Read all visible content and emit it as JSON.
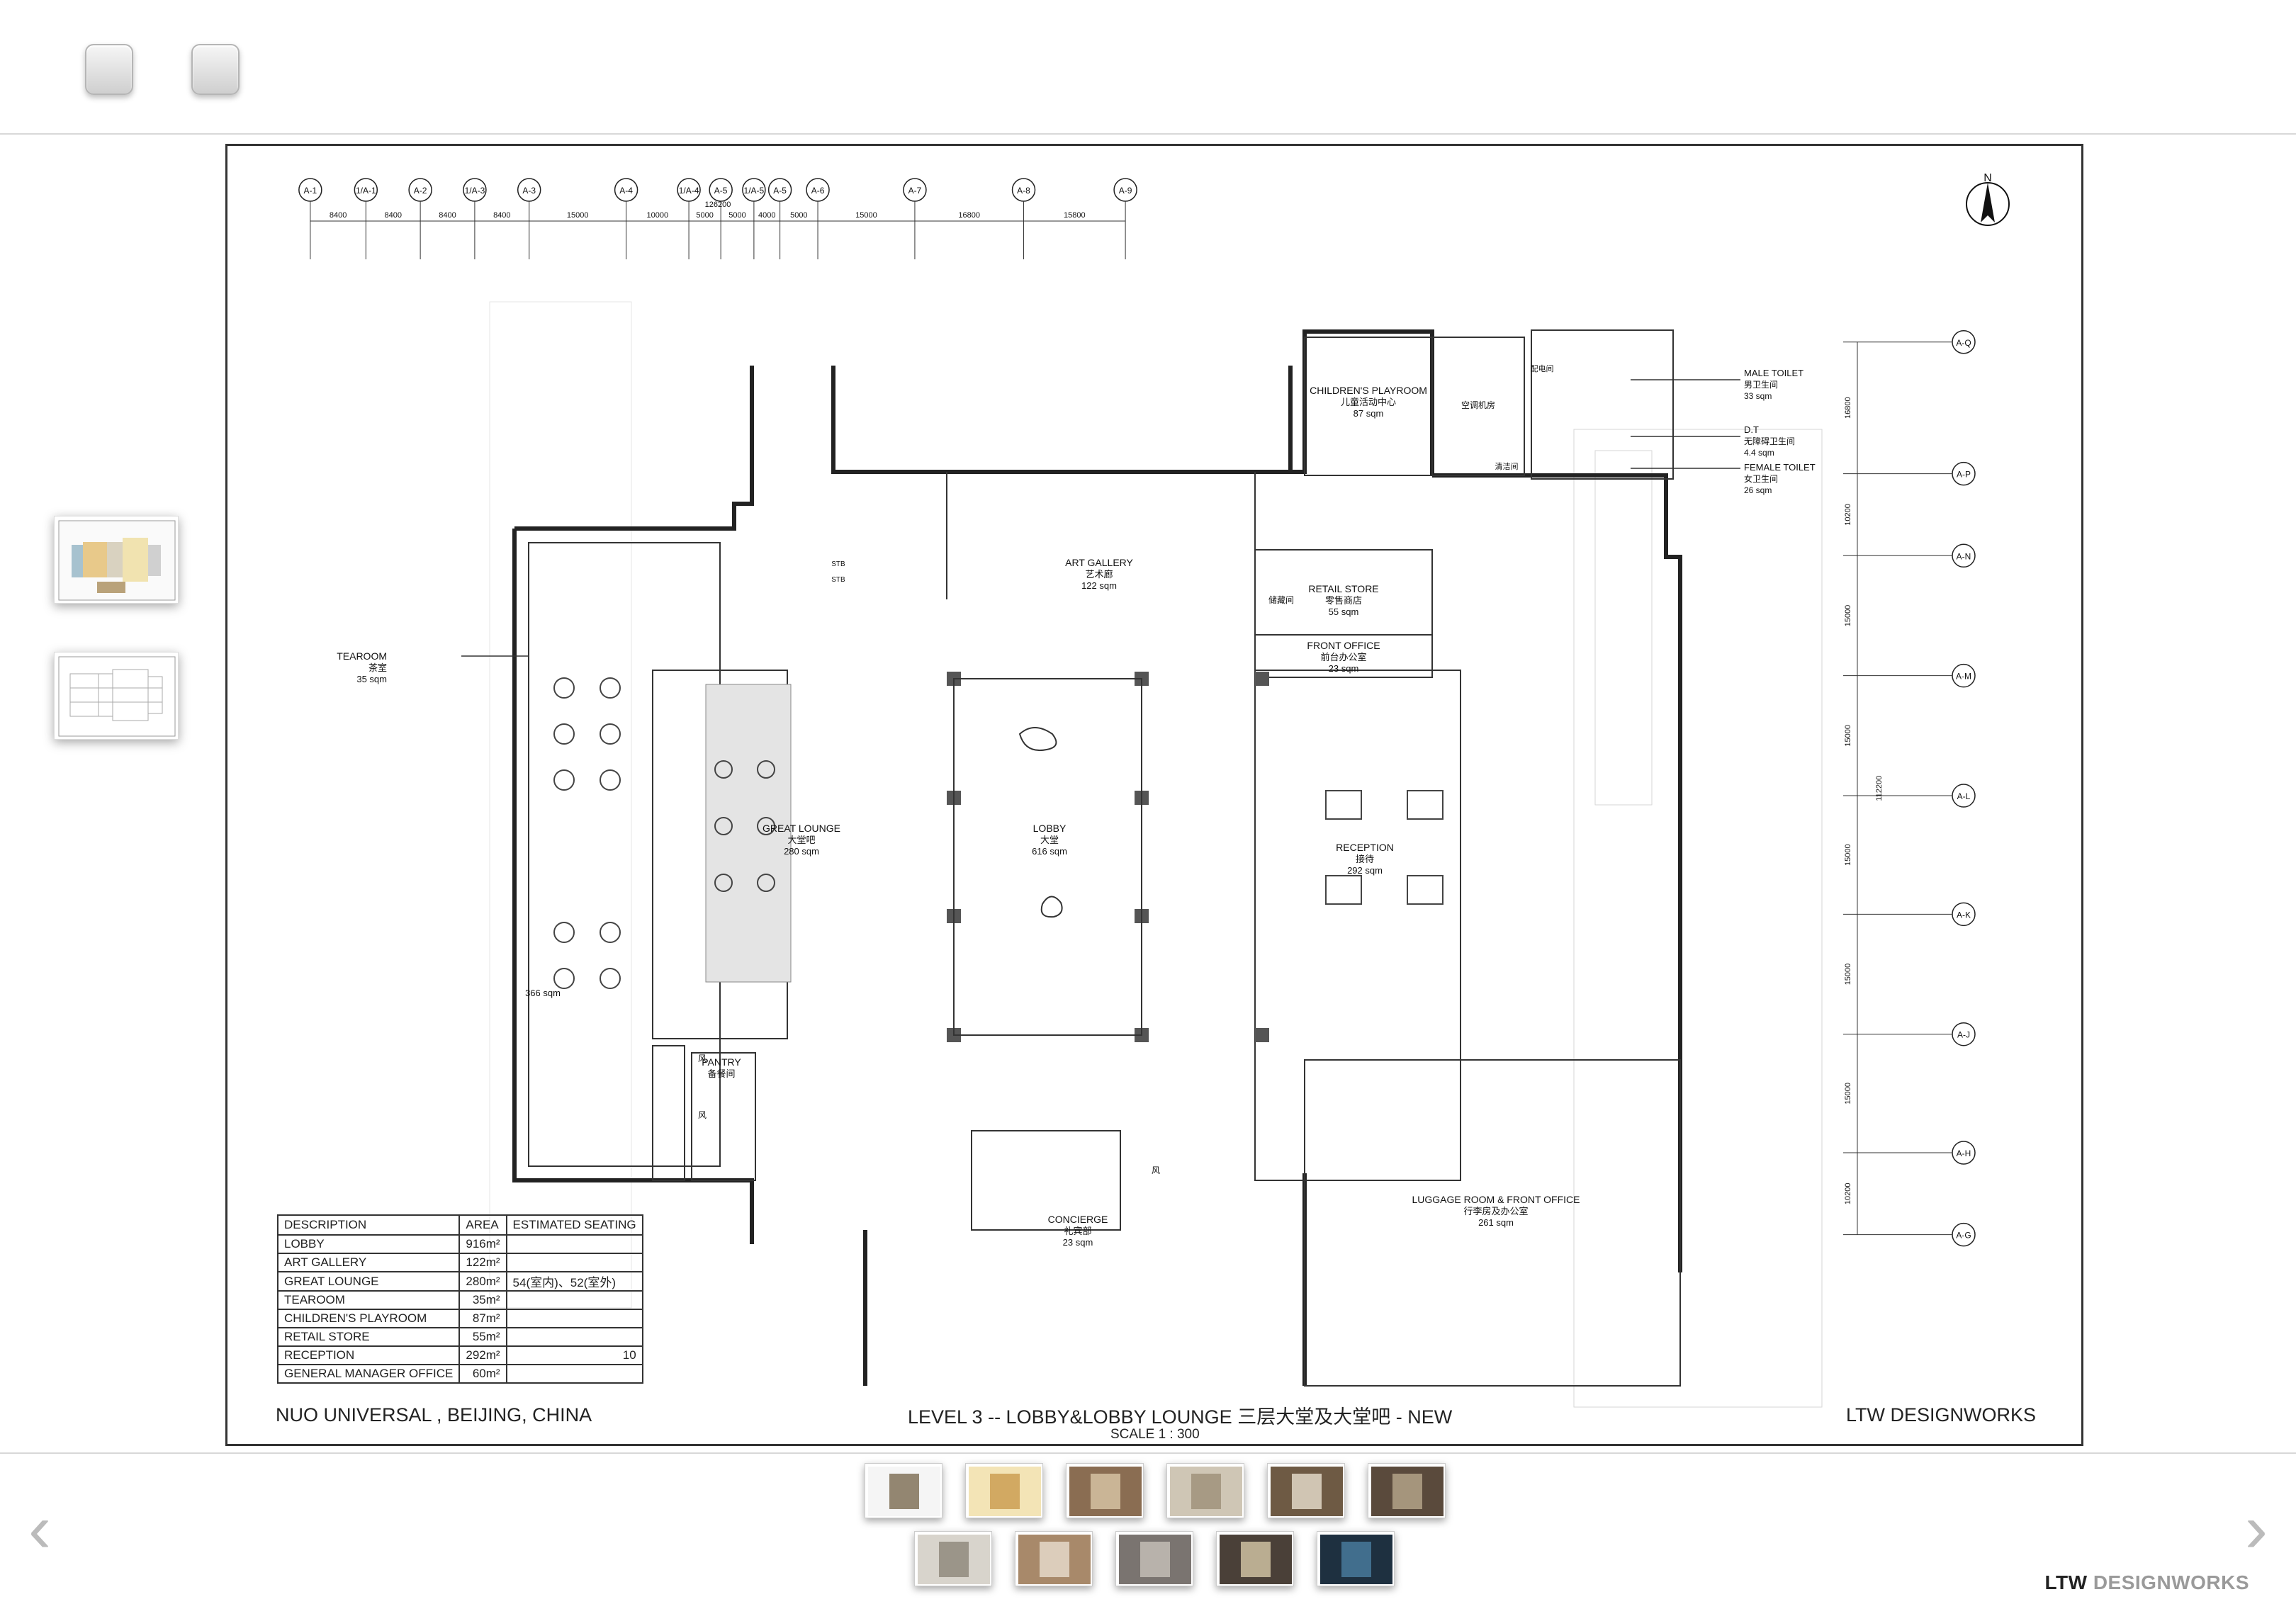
{
  "toolbar": {
    "buttons": [
      "button-1",
      "button-2"
    ]
  },
  "drawing": {
    "project": "NUO UNIVERSAL , BEIJING, CHINA",
    "title": "LEVEL 3 -- LOBBY&LOBBY LOUNGE    三层大堂及大堂吧  - NEW",
    "scale": "SCALE 1 : 300",
    "firm": "LTW DESIGNWORKS",
    "north_label": "N",
    "grid_top": [
      "A-1",
      "1/A-1",
      "A-2",
      "1/A-3",
      "A-3",
      "A-4",
      "1/A-4",
      "A-5",
      "1/A-5",
      "A-5",
      "A-6",
      "A-7",
      "A-8",
      "A-9"
    ],
    "dims_top": [
      "8400",
      "8400",
      "8400",
      "8400",
      "15000",
      "10000",
      "5000",
      "5000",
      "4000",
      "5000",
      "15000",
      "16800",
      "15800"
    ],
    "overall_dim": "126200",
    "grid_right": [
      "A-Q",
      "A-P",
      "A-N",
      "A-M",
      "A-L",
      "A-K",
      "A-J",
      "A-H",
      "A-G"
    ],
    "dims_right": [
      "16800",
      "10200",
      "15000",
      "15000",
      "15000",
      "15000",
      "15000",
      "10200"
    ],
    "overall_dim_right": "112200",
    "rooms": [
      {
        "name": "CHILDREN'S PLAYROOM",
        "cn": "儿童活动中心",
        "area": "87 sqm"
      },
      {
        "name": "ART GALLERY",
        "cn": "艺术廊",
        "area": "122 sqm"
      },
      {
        "name": "RETAIL STORE",
        "cn": "零售商店",
        "area": "55 sqm"
      },
      {
        "name": "FRONT OFFICE",
        "cn": "前台办公室",
        "area": "23 sqm"
      },
      {
        "name": "TEAROOM",
        "cn": "茶室",
        "area": "35 sqm"
      },
      {
        "name": "GREAT LOUNGE",
        "cn": "大堂吧",
        "area": "280 sqm"
      },
      {
        "name": "LOBBY",
        "cn": "大堂",
        "area": "616 sqm"
      },
      {
        "name": "RECEPTION",
        "cn": "接待",
        "area": "292 sqm"
      },
      {
        "name": "",
        "cn": "",
        "area": "366 sqm"
      },
      {
        "name": "CONCIERGE",
        "cn": "礼宾部",
        "area": "23 sqm"
      },
      {
        "name": "LUGGAGE ROOM & FRONT OFFICE",
        "cn": "行李房及办公室",
        "area": "261 sqm"
      },
      {
        "name": "PANTRY",
        "cn": "备餐间",
        "area": ""
      }
    ],
    "toilets": [
      {
        "name": "MALE TOILET",
        "cn": "男卫生间",
        "area": "33 sqm"
      },
      {
        "name": "D.T",
        "cn": "无障碍卫生间",
        "area": "4.4 sqm"
      },
      {
        "name": "FEMALE TOILET",
        "cn": "女卫生间",
        "area": "26 sqm"
      }
    ],
    "misc_labels": {
      "cn_storage": "储藏间",
      "cn_aircon": "空调机房",
      "cn_dist": "配电间",
      "cn_clean": "清洁间",
      "wind": "风",
      "stb": "STB"
    },
    "area_table": {
      "headers": [
        "DESCRIPTION",
        "AREA",
        "ESTIMATED SEATING"
      ],
      "rows": [
        [
          "LOBBY",
          "916m²",
          ""
        ],
        [
          "ART GALLERY",
          "122m²",
          ""
        ],
        [
          "GREAT LOUNGE",
          "280m²",
          "54(室内)、52(室外)"
        ],
        [
          "TEAROOM",
          "35m²",
          ""
        ],
        [
          "CHILDREN'S PLAYROOM",
          "87m²",
          ""
        ],
        [
          "RETAIL STORE",
          "55m²",
          ""
        ],
        [
          "RECEPTION",
          "292m²",
          "10"
        ],
        [
          "GENERAL MANAGER OFFICE",
          "60m²",
          ""
        ]
      ]
    }
  },
  "filmstrip": {
    "row1": [
      "slide-1",
      "slide-2",
      "slide-3",
      "slide-4",
      "slide-5",
      "slide-6"
    ],
    "row2": [
      "slide-7",
      "slide-8",
      "slide-9",
      "slide-10",
      "slide-11"
    ]
  },
  "nav": {
    "prev": "‹",
    "next": "›"
  },
  "brand": {
    "bold": "LTW",
    "light": "DESIGNWORKS"
  },
  "colors": {
    "accent": "#9a9a9a",
    "frame": "#333333",
    "background": "#ffffff"
  }
}
